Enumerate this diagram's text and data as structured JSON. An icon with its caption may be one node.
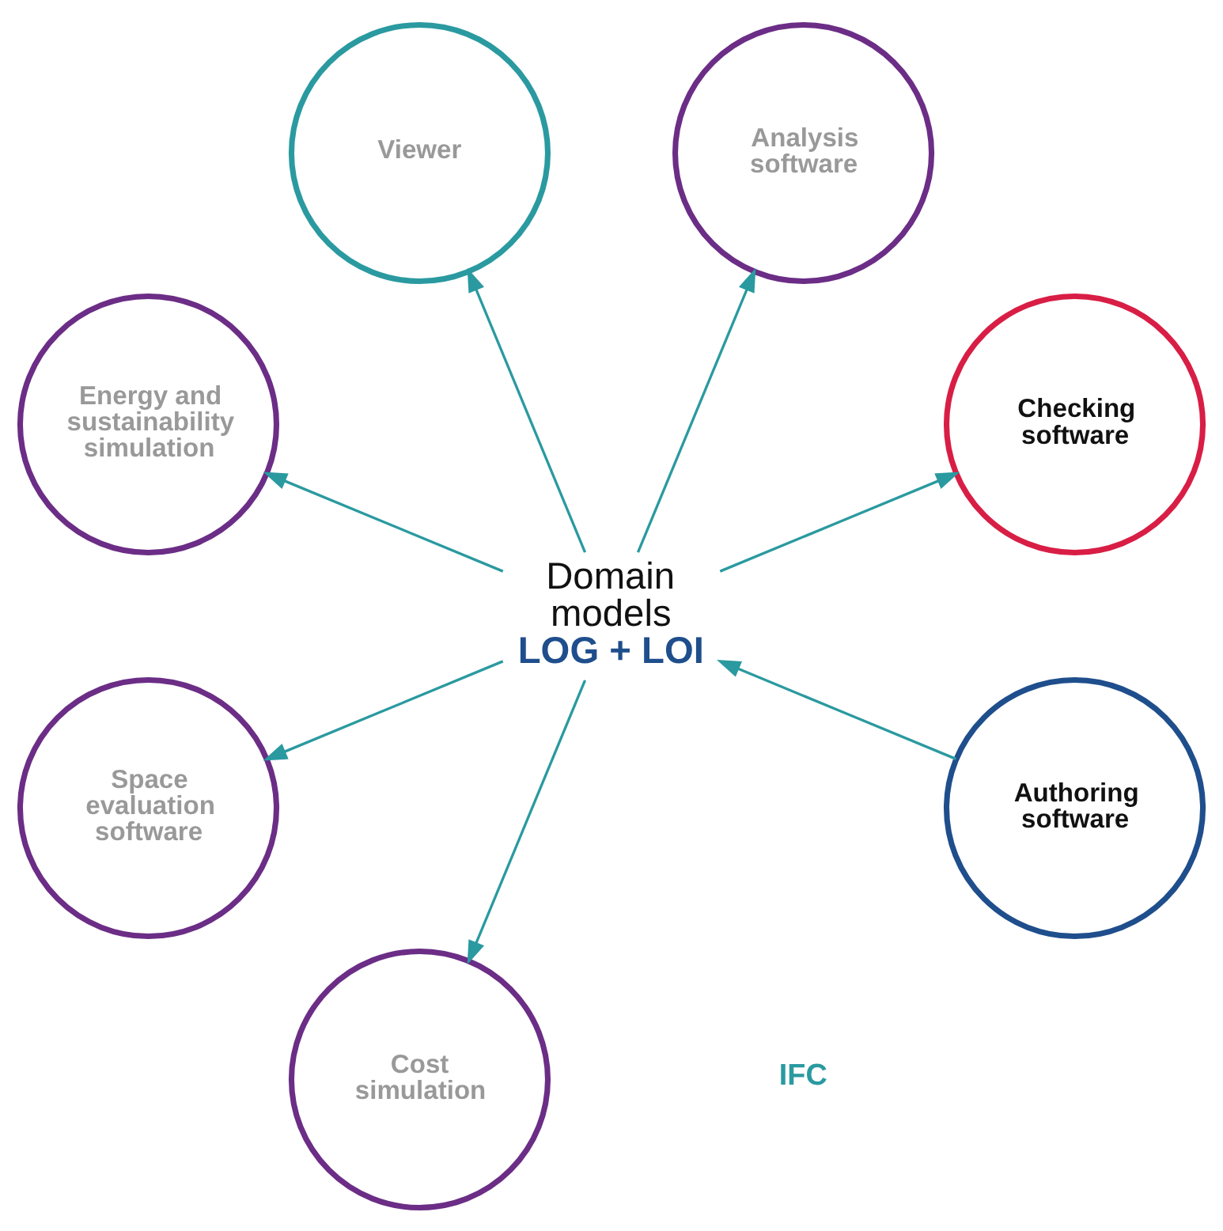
{
  "diagram": {
    "nodes": [
      {
        "text": [
          "Authoring software"
        ]
      },
      {
        "text": [
          "Checking software"
        ]
      },
      {
        "text": [
          "Analysis software"
        ]
      },
      {
        "text": [
          "Domain models",
          "LOG + LOI"
        ]
      },
      {
        "text": [
          "Viewer"
        ]
      },
      {
        "text": [
          "Energy and sustainability simulation"
        ]
      },
      {
        "text": [
          "Space evaluation software"
        ]
      },
      {
        "text": [
          "Cost simulation"
        ]
      }
    ],
    "edges": [
      {
        "from": 0,
        "to": 3,
        "arrow": "to"
      },
      {
        "from": 3,
        "to": 1,
        "arrow": "to"
      },
      {
        "from": 3,
        "to": 4,
        "arrow": "to"
      },
      {
        "from": 3,
        "to": 6,
        "arrow": "to"
      },
      {
        "from": 3,
        "to": 7,
        "arrow": "to"
      },
      {
        "from": 3,
        "to": 5,
        "arrow": "to"
      },
      {
        "from": 3,
        "to": 2,
        "arrow": "to"
      }
    ],
    "labels": [
      "IFC"
    ]
  }
}
